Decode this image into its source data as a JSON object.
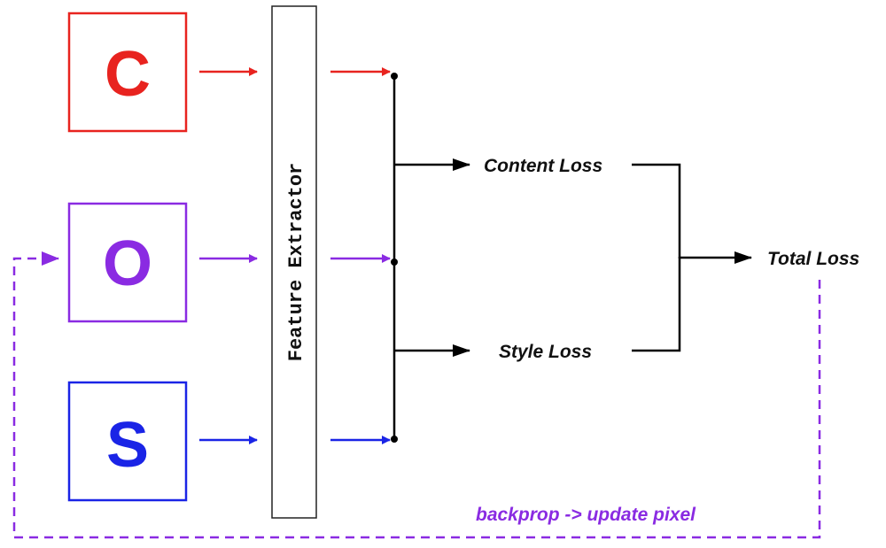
{
  "inputs": {
    "content": {
      "letter": "C",
      "color": "#e8231f"
    },
    "output": {
      "letter": "O",
      "color": "#8a2be2"
    },
    "style": {
      "letter": "S",
      "color": "#1a24e6"
    }
  },
  "extractor": {
    "label": "Feature Extractor"
  },
  "losses": {
    "content": "Content Loss",
    "style": "Style Loss",
    "total": "Total Loss"
  },
  "feedback": {
    "label": "backprop -> update pixel",
    "color": "#8a2be2"
  },
  "connector_color": "#000000"
}
